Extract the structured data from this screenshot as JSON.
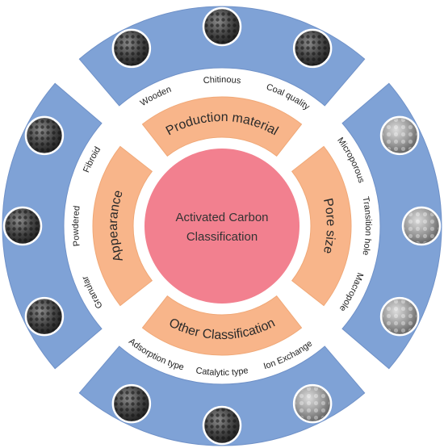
{
  "center": {
    "line1": "Activated Carbon",
    "line2": "Classification",
    "color": "#f2808f"
  },
  "colors": {
    "outer_ring": "#7fa2d6",
    "outer_ring_edge": "#6f91c8",
    "inner_ring": "#f8b58a",
    "inner_ring_edge": "#f0a877"
  },
  "categories": [
    {
      "label": "Production material",
      "items": [
        "Wooden",
        "Chitinous",
        "Coal quality"
      ],
      "photos": [
        "wooden-pellets-photo",
        "chitinous-carbon-photo",
        "coal-carbon-photo"
      ]
    },
    {
      "label": "Pore size",
      "items": [
        "Microporous",
        "Transition hole",
        "Macropole"
      ],
      "photos": [
        "microporous-texture-photo",
        "transition-hole-texture-photo",
        "macropore-texture-photo"
      ]
    },
    {
      "label": "Other Classification",
      "items": [
        "Ion Exchange",
        "Catalytic type",
        "Adsorption type"
      ],
      "photos": [
        "ion-exchange-photo",
        "catalytic-carbon-photo",
        "adsorption-pellets-photo"
      ]
    },
    {
      "label": "Appearance",
      "items": [
        "Granular",
        "Powdered",
        "Fibroid"
      ],
      "photos": [
        "granular-carbon-photo",
        "powdered-carbon-photo",
        "fibroid-carbon-photo"
      ]
    }
  ]
}
